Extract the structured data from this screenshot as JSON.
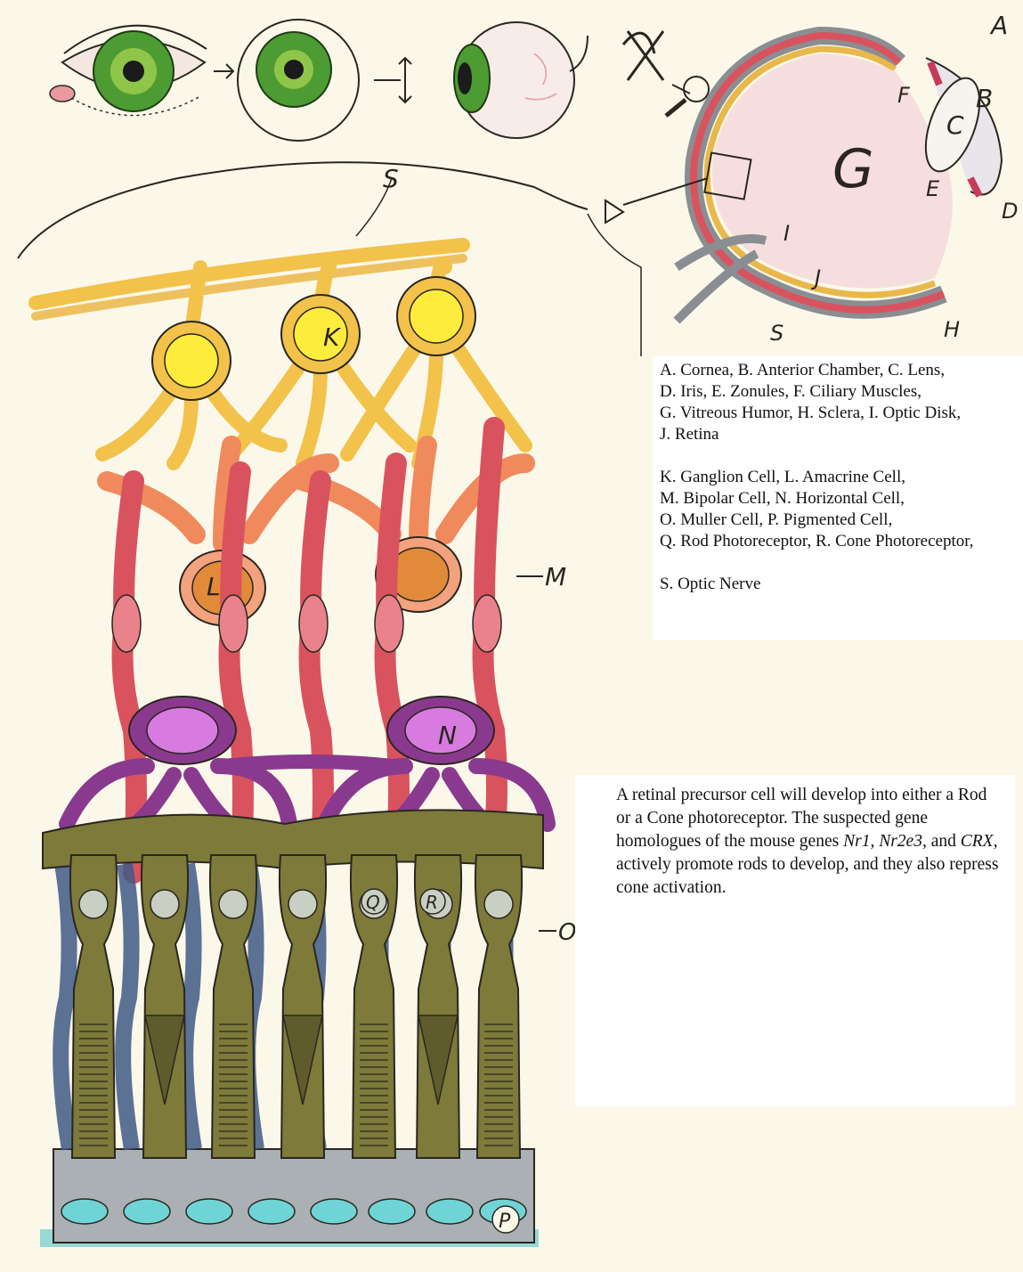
{
  "labels": {
    "A": "A",
    "B": "B",
    "C": "C",
    "D": "D",
    "E": "E",
    "F": "F",
    "G": "G",
    "H": "H",
    "I": "I",
    "J": "J",
    "K": "K",
    "L": "L",
    "M": "M",
    "N": "N",
    "O": "O",
    "P": "P",
    "Q": "Q",
    "R": "R",
    "S": "S"
  },
  "legend": {
    "eye_lines": [
      "A. Cornea, B. Anterior Chamber, C. Lens,",
      "D. Iris, E. Zonules, F. Ciliary Muscles,",
      "G. Vitreous Humor, H. Sclera, I. Optic Disk,",
      "J. Retina"
    ],
    "cell_lines": [
      "K. Ganglion Cell, L. Amacrine Cell,",
      "M. Bipolar Cell, N. Horizontal Cell,",
      "O. Muller Cell, P. Pigmented Cell,",
      "Q. Rod Photoreceptor, R. Cone Photoreceptor,"
    ],
    "nerve_line": "S. Optic Nerve"
  },
  "genes": {
    "t1": "A retinal precursor cell will develop into either a Rod or a Cone photoreceptor. The suspected gene homologues of the mouse genes ",
    "g1": "Nr1,",
    "t2": " ",
    "g2": "Nr2e3,",
    "t3": " and ",
    "g3": "CRX",
    "t4": ", actively promote rods to develop, and they also repress cone activation."
  },
  "colors": {
    "paper": "#fbf8ea",
    "ganglion": "#f2c24a",
    "ganglion_nucleus": "#fdec3c",
    "amacrine": "#f08a5c",
    "bipolar": "#d9535e",
    "horizontal": "#8a3a8e",
    "horizontal_nucleus": "#d77be0",
    "photoreceptor": "#7d7a3a",
    "muller": "#3e5a86",
    "pigment_layer": "#9aa0a6",
    "pigment_nucleus": "#6fd4d6",
    "iris": "#3f9a2e",
    "vitreous": "#f6dede"
  }
}
